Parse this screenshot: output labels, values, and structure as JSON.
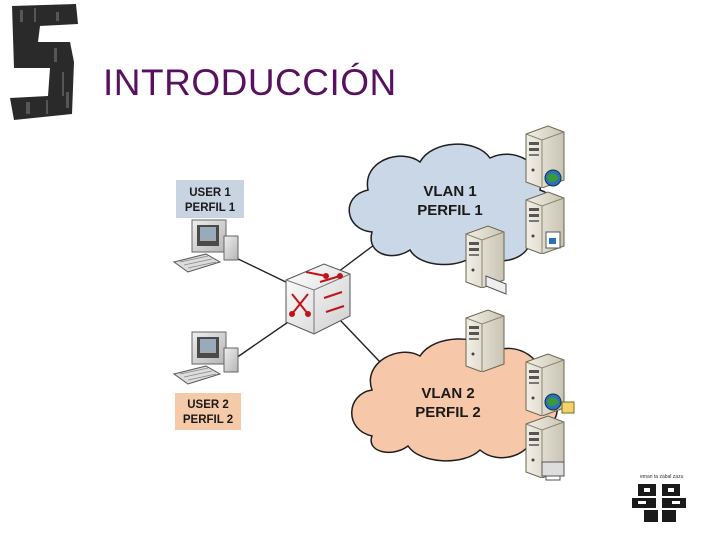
{
  "slide": {
    "title": "INTRODUCCIÓN",
    "accent_color": "#5a1060"
  },
  "diagram": {
    "user1": {
      "line1": "USER 1",
      "line2": "PERFIL 1"
    },
    "user2": {
      "line1": "USER 2",
      "line2": "PERFIL 2"
    },
    "vlan1": {
      "line1": "VLAN 1",
      "line2": "PERFIL 1",
      "color": "#c9d7e6"
    },
    "vlan2": {
      "line1": "VLAN 2",
      "line2": "PERFIL 2",
      "color": "#f6c7a8"
    },
    "user_box_color_1": "#c8d4e2",
    "user_box_color_2": "#f4caa8"
  },
  "footer": {
    "logo_text": "eman ta zabal zazu"
  }
}
